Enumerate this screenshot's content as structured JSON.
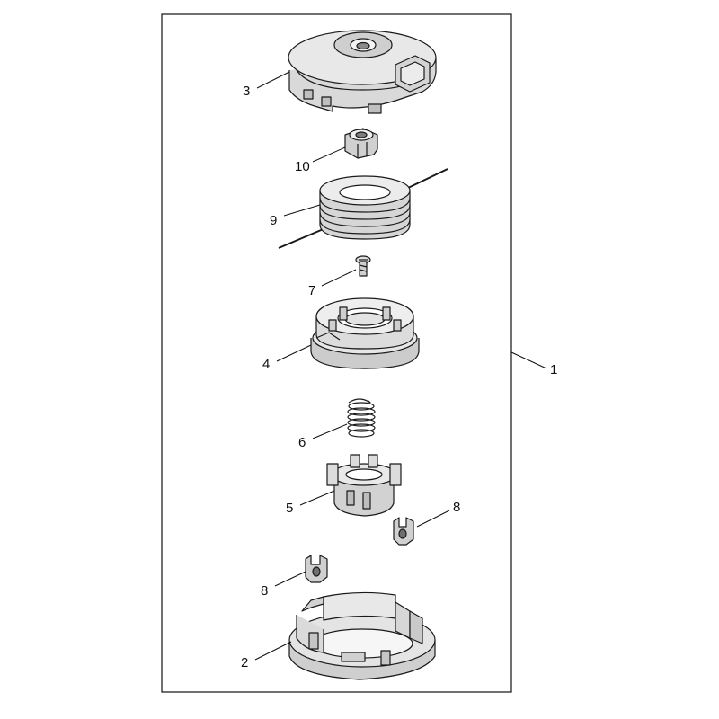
{
  "labels": {
    "assembly": "1",
    "bottom_cover": "2",
    "top_cover": "3",
    "spool": "4",
    "spool_holder": "5",
    "spring": "6",
    "screw": "7",
    "clip_right": "8",
    "clip_left": "8",
    "line_coil": "9",
    "nut": "10"
  }
}
